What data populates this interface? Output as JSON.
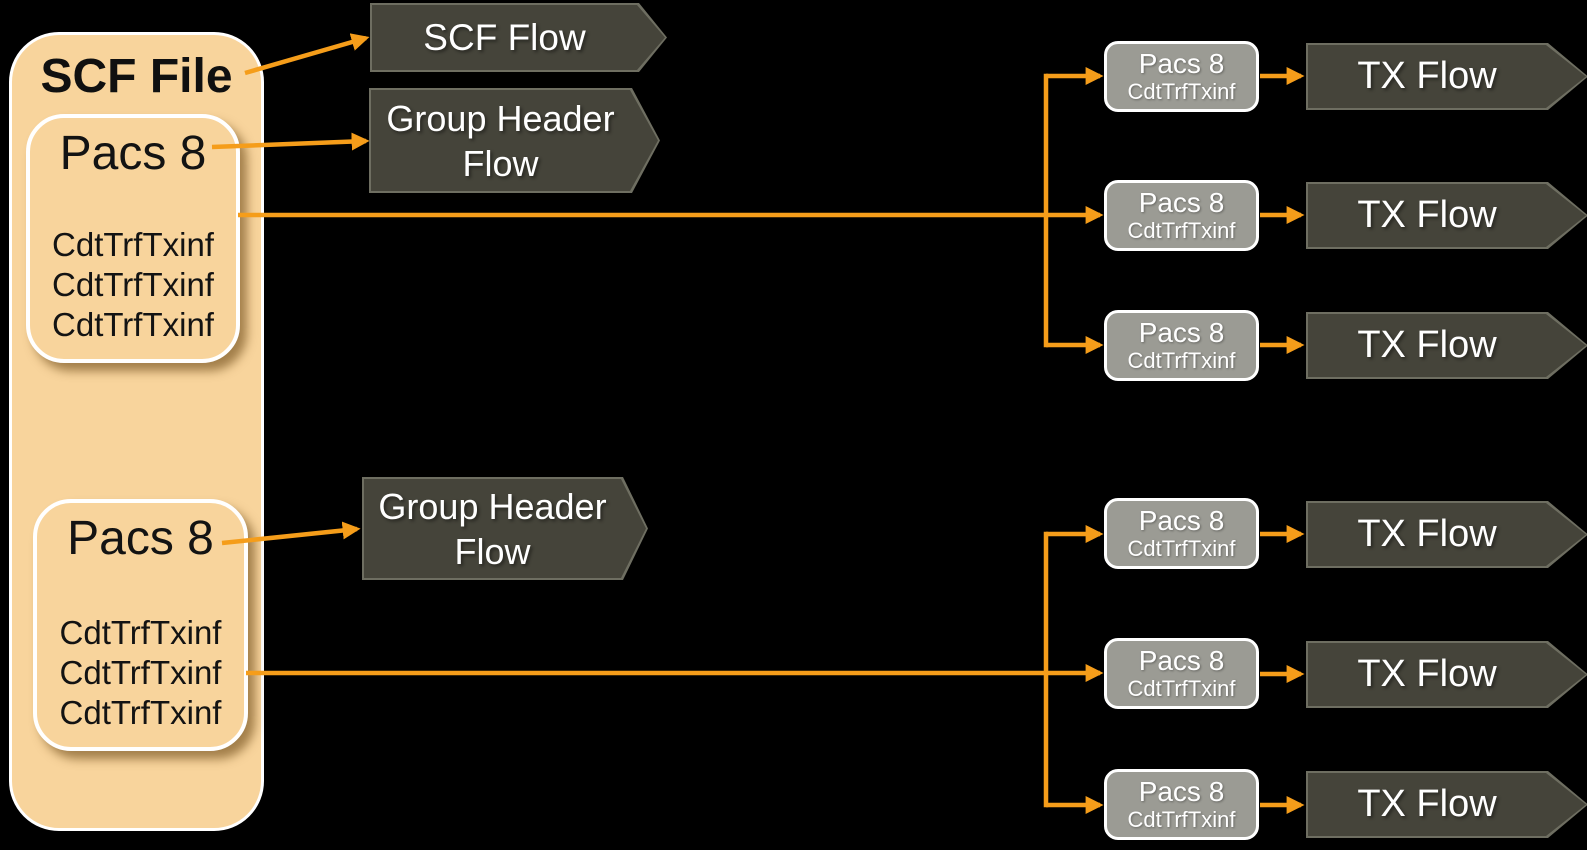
{
  "scf_file": {
    "title": "SCF File",
    "batches": [
      {
        "title": "Pacs 8",
        "transactions": [
          "CdtTrfTxinf",
          "CdtTrfTxinf",
          "CdtTrfTxinf"
        ]
      },
      {
        "title": "Pacs 8",
        "transactions": [
          "CdtTrfTxinf",
          "CdtTrfTxinf",
          "CdtTrfTxinf"
        ]
      }
    ]
  },
  "flows": {
    "scf_flow": "SCF Flow",
    "group_header_flow": "Group Header Flow",
    "tx_flow": "TX Flow"
  },
  "tx_units": [
    {
      "title": "Pacs 8",
      "subtitle": "CdtTrfTxinf",
      "flow": "TX Flow"
    },
    {
      "title": "Pacs 8",
      "subtitle": "CdtTrfTxinf",
      "flow": "TX Flow"
    },
    {
      "title": "Pacs 8",
      "subtitle": "CdtTrfTxinf",
      "flow": "TX Flow"
    },
    {
      "title": "Pacs 8",
      "subtitle": "CdtTrfTxinf",
      "flow": "TX Flow"
    },
    {
      "title": "Pacs 8",
      "subtitle": "CdtTrfTxinf",
      "flow": "TX Flow"
    },
    {
      "title": "Pacs 8",
      "subtitle": "CdtTrfTxinf",
      "flow": "TX Flow"
    }
  ],
  "colors": {
    "background": "#000000",
    "container_fill": "#F8D49C",
    "container_border": "#FFFFFF",
    "arrow_orange": "#F59D1A",
    "flow_chevron_fill": "#45443A",
    "flow_chevron_border": "#6E6E61",
    "pacs_unit_fill": "#9B9B94",
    "text_dark": "#131313",
    "text_light": "#FFFFFF"
  }
}
